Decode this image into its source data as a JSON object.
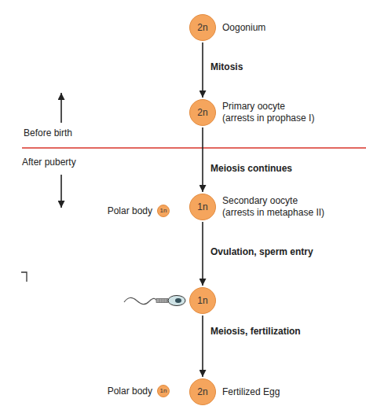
{
  "diagram": {
    "nodes": [
      {
        "text": [
          "2n",
          "Oogonium"
        ]
      },
      {
        "text": [
          "2n",
          "Primary oocyte (arrests in prophase I)"
        ]
      },
      {
        "text": [
          "1n",
          "Polar body"
        ]
      },
      {
        "text": [
          "1n",
          "Secondary oocyte (arrests in metaphase II)"
        ]
      },
      {
        "text": [
          "1n"
        ]
      },
      {
        "text": [
          "1n",
          "Polar body"
        ]
      },
      {
        "text": [
          "2n",
          "Fertilized Egg"
        ]
      }
    ],
    "edges": [
      {
        "from": 0,
        "to": 1,
        "arrow": "to",
        "label": "Mitosis"
      },
      {
        "from": 1,
        "to": 3,
        "arrow": "to",
        "label": "Meiosis continues"
      },
      {
        "from": 3,
        "to": 4,
        "arrow": "to",
        "label": "Ovulation, sperm entry"
      },
      {
        "from": 4,
        "to": 6,
        "arrow": "to",
        "label": "Meiosis, fertilization"
      }
    ],
    "labels": [
      "Before birth",
      "After puberty"
    ]
  }
}
